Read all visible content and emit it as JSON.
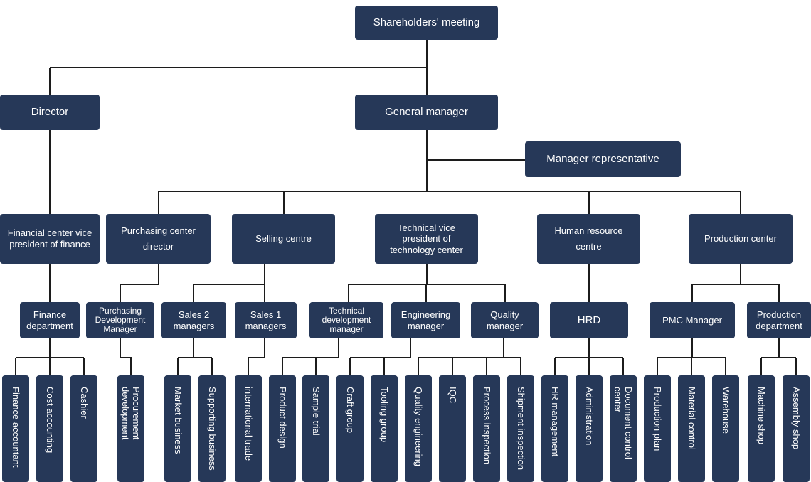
{
  "nodes": {
    "shareholders": "Shareholders' meeting",
    "director": "Director",
    "general_manager": "General manager",
    "manager_rep": "Manager representative",
    "financial_center": "Financial center vice president of finance",
    "purchasing_center": "Purchasing center director",
    "selling_centre": "Selling centre",
    "technical_vp": "Technical vice president of technology center",
    "hr_centre": "Human resource centre",
    "production_center": "Production center",
    "finance_department": "Finance department",
    "purchasing_dev_manager": "Purchasing Development Manager",
    "sales2": "Sales 2 managers",
    "sales1": "Sales 1 managers",
    "tech_dev_manager": "Technical development manager",
    "engineering_manager": "Engineering manager",
    "quality_manager": "Quality manager",
    "hrd": "HRD",
    "pmc_manager": "PMC Manager",
    "production_department": "Production department",
    "finance_accountant": "Finance accountant",
    "cost_accounting": "Cost accounting",
    "cashier": "Cashier",
    "procurement_development": "Procurement development",
    "market_business": "Market business",
    "supporting_business": "Supporting business",
    "international_trade": "international trade",
    "product_design": "Product design",
    "sample_trial": "Sample trial",
    "craft_group": "Craft group",
    "tooling_group": "Tooling group",
    "quality_engineering": "Quality engineering",
    "iqc": "IQC",
    "process_inspection": "Process inspection",
    "shipment_inspection": "Shipment inspection",
    "hr_management": "HR management",
    "administration": "Administration",
    "document_control_center": "Document control center",
    "production_plan": "Production plan",
    "material_control": "Material control",
    "warehouse": "Warehouse",
    "machine_shop": "Machine shop",
    "assembly_shop": "Assembly shop"
  },
  "colors": {
    "box": "#263858",
    "text": "#ffffff",
    "line": "#1c1c1c"
  }
}
